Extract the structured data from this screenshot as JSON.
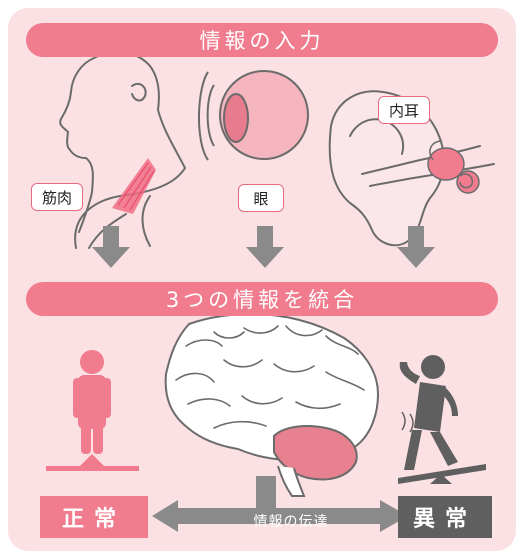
{
  "banners": {
    "input": "情報の入力",
    "integrate": "3つの情報を統合"
  },
  "labels": {
    "muscle": "筋肉",
    "eye": "眼",
    "inner_ear": "内耳"
  },
  "states": {
    "normal": "正常",
    "abnormal": "異常"
  },
  "bottom_arrow_label": "情報の伝達",
  "colors": {
    "background_panel": "#fbe1e4",
    "accent_pink": "#f07c8e",
    "dark_gray": "#5f5f5f",
    "arrow_gray": "#8a8a8a"
  }
}
